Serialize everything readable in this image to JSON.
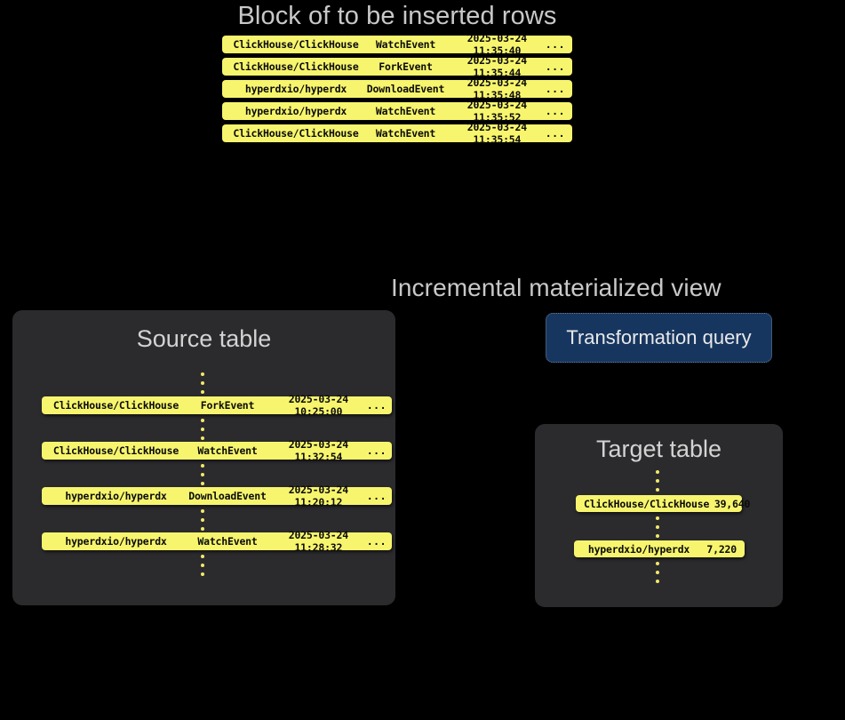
{
  "block": {
    "title": "Block of to be inserted rows",
    "rows": [
      {
        "repo": "ClickHouse/ClickHouse",
        "event": "WatchEvent",
        "timestamp": "2025-03-24 11:35:40",
        "more": "..."
      },
      {
        "repo": "ClickHouse/ClickHouse",
        "event": "ForkEvent",
        "timestamp": "2025-03-24 11:35:44",
        "more": "..."
      },
      {
        "repo": "hyperdxio/hyperdx",
        "event": "DownloadEvent",
        "timestamp": "2025-03-24 11:35:48",
        "more": "..."
      },
      {
        "repo": "hyperdxio/hyperdx",
        "event": "WatchEvent",
        "timestamp": "2025-03-24 11:35:52",
        "more": "..."
      },
      {
        "repo": "ClickHouse/ClickHouse",
        "event": "WatchEvent",
        "timestamp": "2025-03-24 11:35:54",
        "more": "..."
      }
    ]
  },
  "source_table": {
    "title": "Source table",
    "rows": [
      {
        "repo": "ClickHouse/ClickHouse",
        "event": "ForkEvent",
        "timestamp": "2025-03-24 10:25:00",
        "more": "..."
      },
      {
        "repo": "ClickHouse/ClickHouse",
        "event": "WatchEvent",
        "timestamp": "2025-03-24 11:32:54",
        "more": "..."
      },
      {
        "repo": "hyperdxio/hyperdx",
        "event": "DownloadEvent",
        "timestamp": "2025-03-24 11:20:12",
        "more": "..."
      },
      {
        "repo": "hyperdxio/hyperdx",
        "event": "WatchEvent",
        "timestamp": "2025-03-24 11:28:32",
        "more": "..."
      }
    ]
  },
  "materialized_view": {
    "title": "Incremental materialized view",
    "query_label": "Transformation query"
  },
  "target_table": {
    "title": "Target table",
    "rows": [
      {
        "repo": "ClickHouse/ClickHouse",
        "count": "39,640"
      },
      {
        "repo": "hyperdxio/hyperdx",
        "count": "7,220"
      }
    ]
  },
  "colors": {
    "background": "#000000",
    "panel": "#2b2b2e",
    "row_yellow": "#f7f56d",
    "query_navy": "#17365f",
    "heading_text": "#c8c8c8",
    "dot_yellow": "#f3e96a"
  }
}
